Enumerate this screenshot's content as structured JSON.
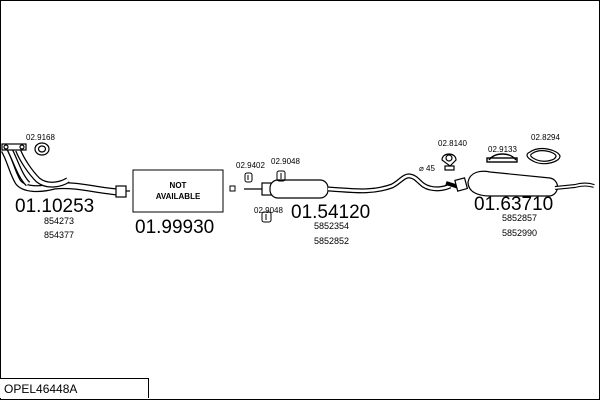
{
  "title": "OPEL46448A",
  "parts": {
    "front_pipe": {
      "number": "01.10253",
      "refs": [
        "854273",
        "854377"
      ]
    },
    "middle": {
      "number": "01.99930",
      "note_line1": "NOT",
      "note_line2": "AVAILABLE"
    },
    "center_silencer": {
      "number": "01.54120",
      "refs": [
        "5852354",
        "5852852"
      ]
    },
    "rear_silencer": {
      "number": "01.63710",
      "refs": [
        "5852857",
        "5852990"
      ]
    }
  },
  "accessories": {
    "a1": "02.9168",
    "a2": "02.9402",
    "a3": "02.9048",
    "a4": "02.9048",
    "a5": "02.8140",
    "a6": "02.9133",
    "a7": "02.8294",
    "a8": "45"
  }
}
